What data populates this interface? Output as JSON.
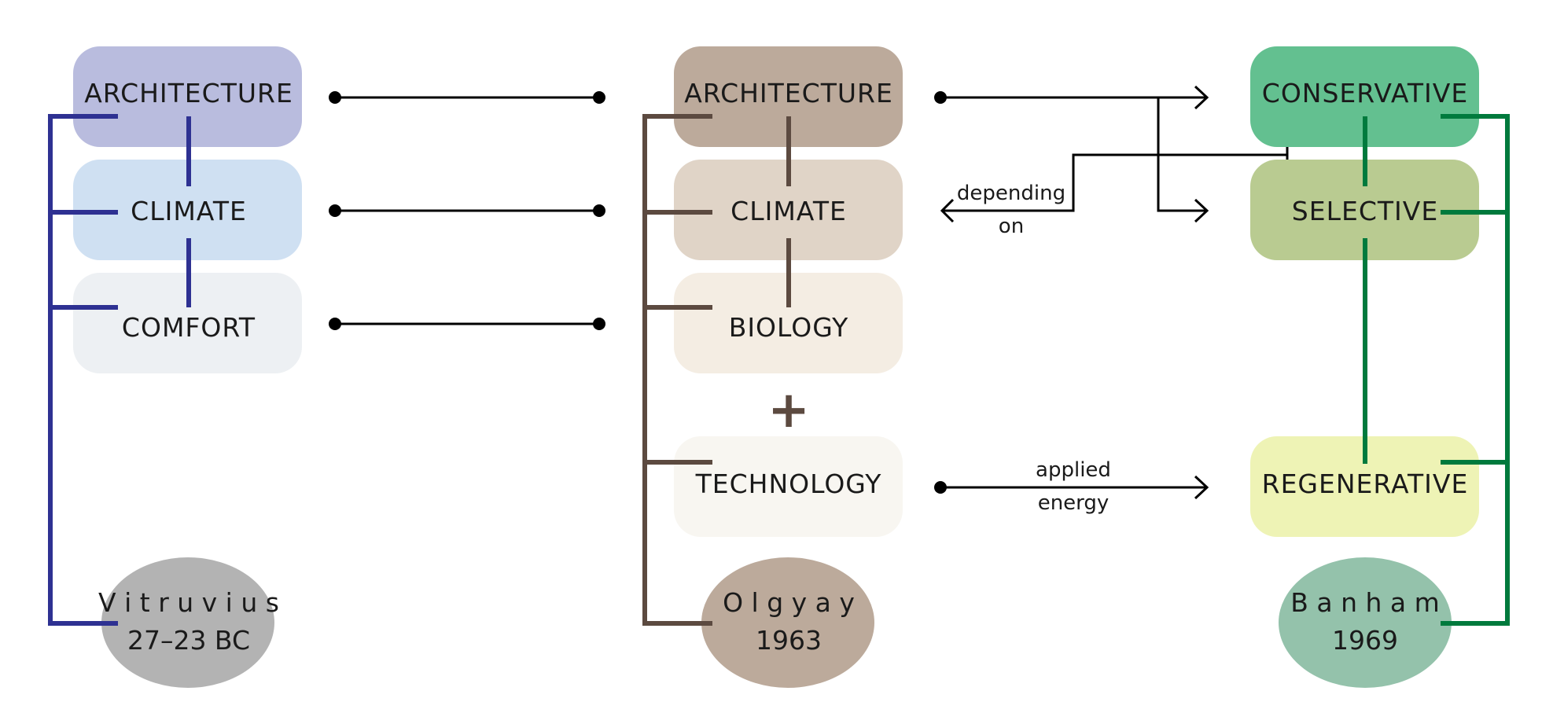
{
  "colors": {
    "vitruvius_line": "#2e3192",
    "olgyay_line": "#5c4a40",
    "banham_line": "#007a3d",
    "connector": "#000000",
    "plus": "#5c4a40"
  },
  "vitruvius": {
    "boxes": [
      {
        "label": "ARCHITECTURE",
        "color": "#b9bcde"
      },
      {
        "label": "CLIMATE",
        "color": "#cfe0f2"
      },
      {
        "label": "COMFORT",
        "color": "#edf0f3"
      }
    ],
    "oval": {
      "name": "V i t r u v i u s",
      "date": "27–23 BC",
      "color": "#b3b3b3"
    }
  },
  "olgyay": {
    "boxes": [
      {
        "label": "ARCHITECTURE",
        "color": "#bcaa9b"
      },
      {
        "label": "CLIMATE",
        "color": "#e0d4c7"
      },
      {
        "label": "BIOLOGY",
        "color": "#f4ede3"
      },
      {
        "label": "TECHNOLOGY",
        "color": "#f8f6f1"
      }
    ],
    "plus": "+",
    "oval": {
      "name": "O l g y a y",
      "date": "1963",
      "color": "#bcaa9b"
    }
  },
  "banham": {
    "boxes": [
      {
        "label": "CONSERVATIVE",
        "color": "#63c090"
      },
      {
        "label": "SELECTIVE",
        "color": "#b9cb91"
      },
      {
        "label": "REGENERATIVE",
        "color": "#eef3b5"
      }
    ],
    "oval": {
      "name": "B a n h a m",
      "date": "1969",
      "color": "#94c2ab"
    }
  },
  "notes": {
    "depending": "depending",
    "on": "on",
    "applied": "applied",
    "energy": "energy"
  }
}
